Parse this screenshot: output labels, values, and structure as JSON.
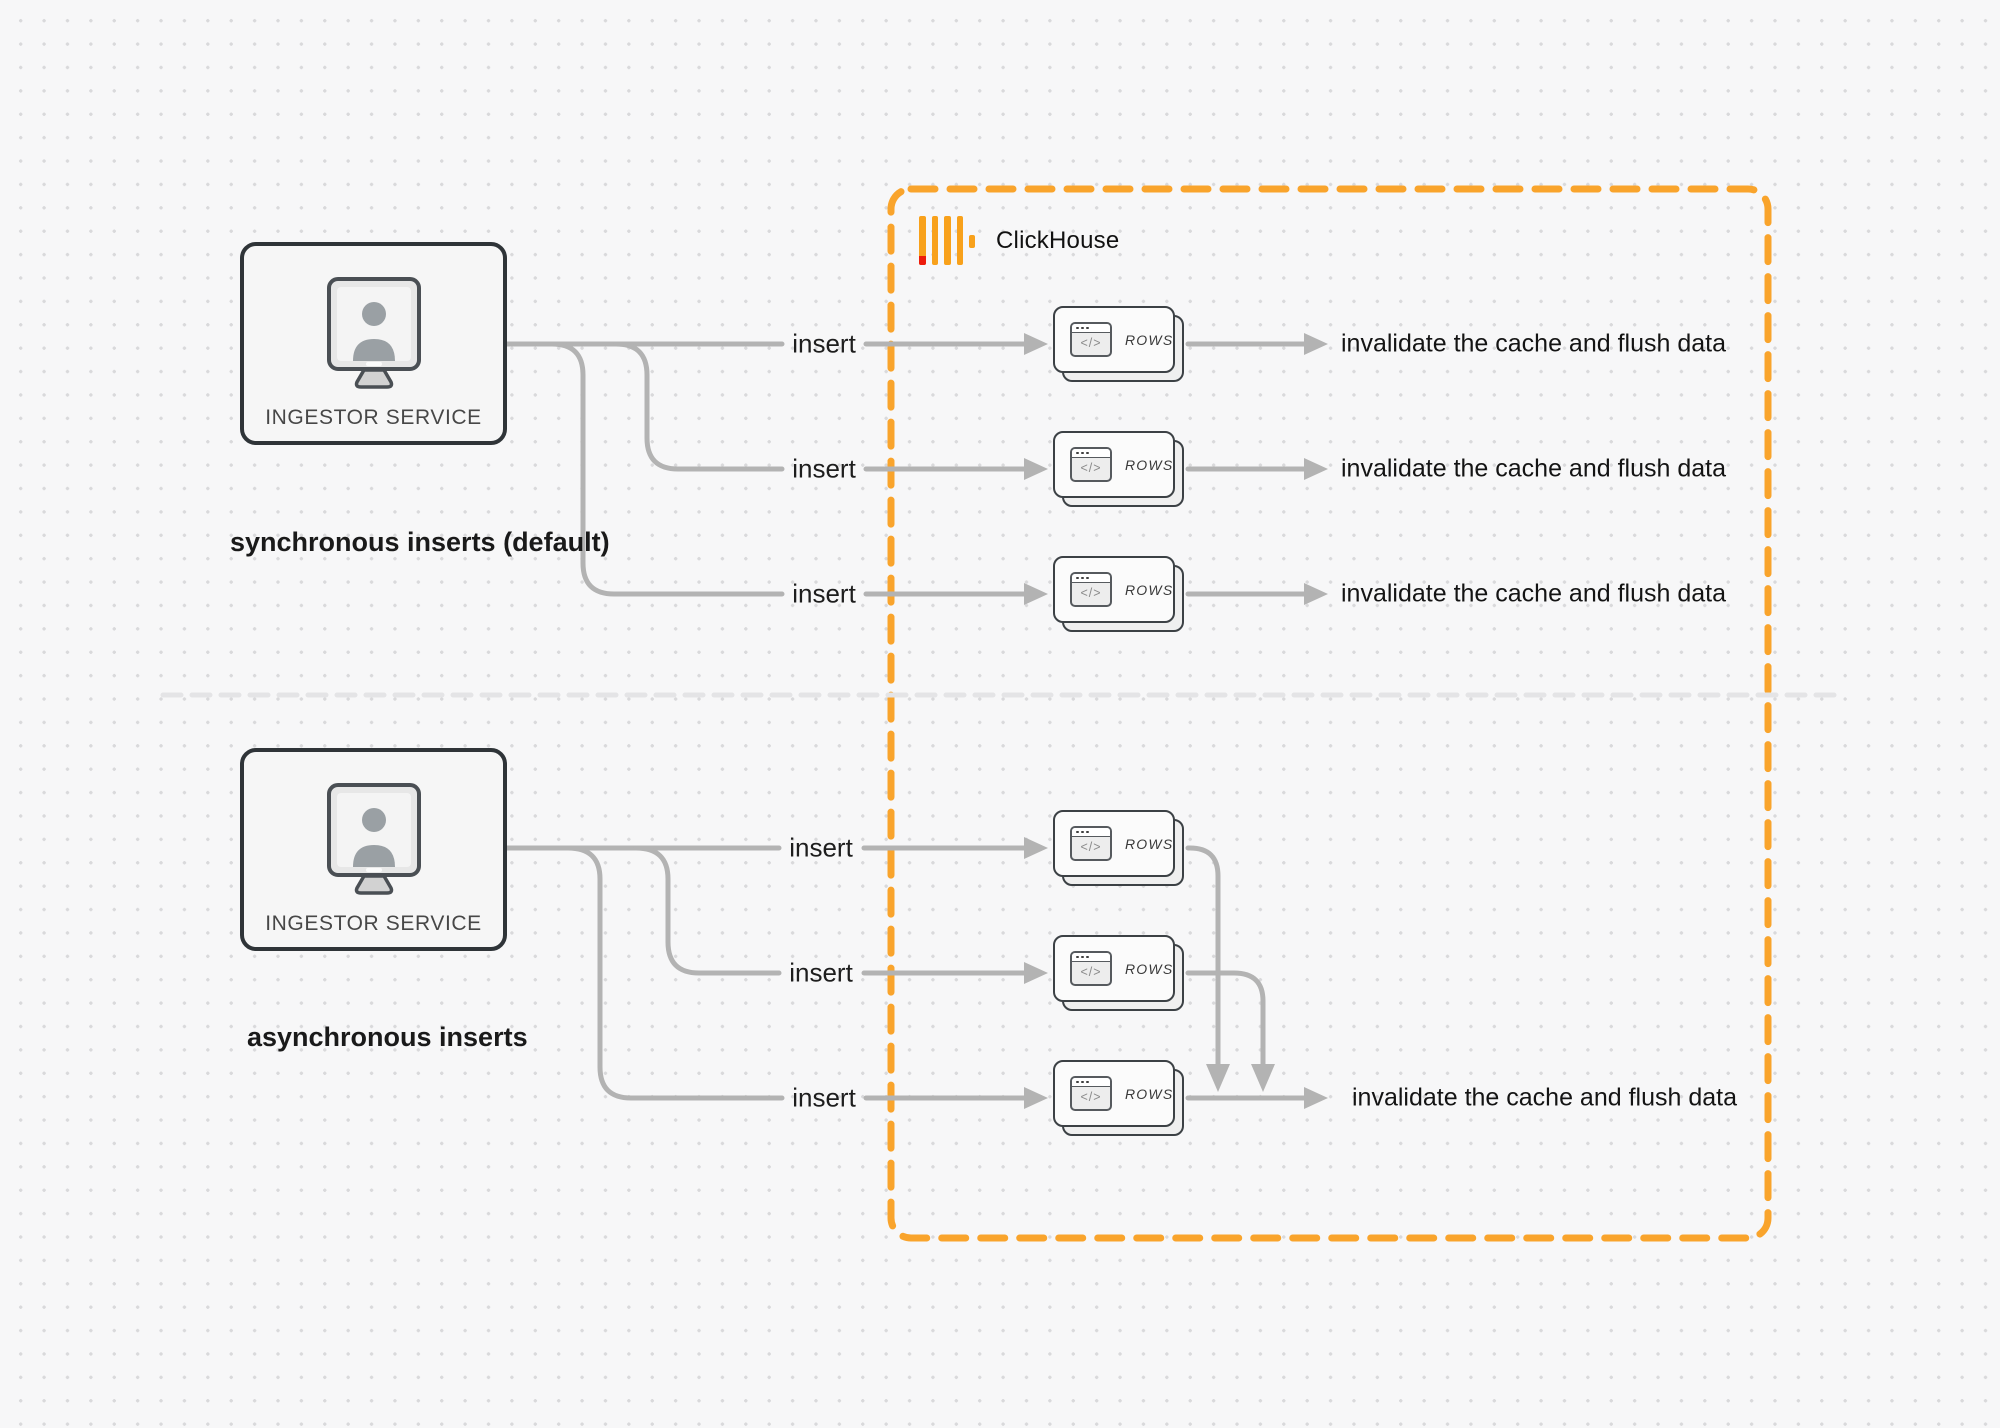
{
  "clickhouse": {
    "title": "ClickHouse"
  },
  "sync": {
    "section_label": "synchronous inserts (default)",
    "service": "INGESTOR SERVICE"
  },
  "async": {
    "section_label": "asynchronous inserts",
    "service": "INGESTOR SERVICE"
  },
  "labels": {
    "insert": "insert",
    "invalidate": "invalidate the cache and flush data",
    "rows": "ROWS",
    "code": "</>"
  },
  "colors": {
    "boundary_orange": "#F9A42C",
    "logo_amber": "#F8A11B",
    "logo_red": "#ED1B0C",
    "connector_gray": "#B3B3B3",
    "box_border_dark": "#2F3438",
    "separator_gray": "#E4E4E6"
  }
}
